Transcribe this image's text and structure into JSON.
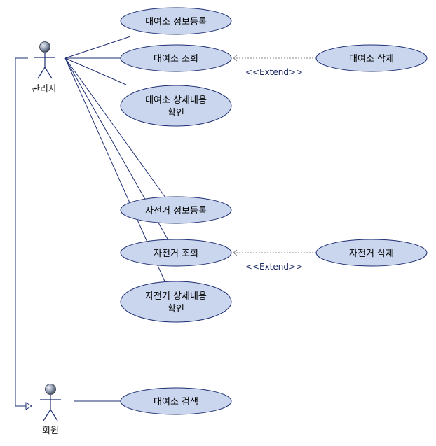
{
  "actors": {
    "admin": {
      "name": "관리자"
    },
    "member": {
      "name": "회원"
    }
  },
  "use_cases": {
    "rental_register": {
      "line1": "대여소 정보등록",
      "line2": ""
    },
    "rental_view": {
      "line1": "대여소 조회",
      "line2": ""
    },
    "rental_detail": {
      "line1": "대여소 상세내용",
      "line2": "확인"
    },
    "rental_delete": {
      "line1": "대여소 삭제",
      "line2": ""
    },
    "bike_register": {
      "line1": "자전거 정보등록",
      "line2": ""
    },
    "bike_view": {
      "line1": "자전거 조회",
      "line2": ""
    },
    "bike_detail": {
      "line1": "자전거 상세내용",
      "line2": "확인"
    },
    "bike_delete": {
      "line1": "자전거 삭제",
      "line2": ""
    },
    "rental_search": {
      "line1": "대여소 검색",
      "line2": ""
    }
  },
  "relations": {
    "extend_rental": "<<Extend>>",
    "extend_bike": "<<Extend>>"
  },
  "colors": {
    "ellipse_fill": "#c9d6ee",
    "ellipse_stroke": "#1f2f73",
    "line": "#1f2f73",
    "dashed": "#8a8a8a"
  }
}
